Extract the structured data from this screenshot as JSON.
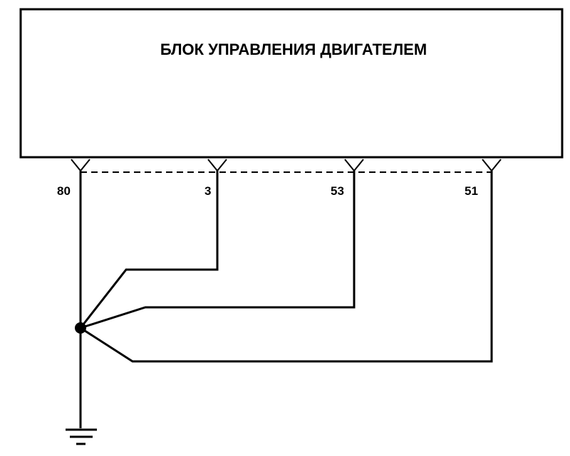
{
  "ecu": {
    "title": "БЛОК УПРАВЛЕНИЯ ДВИГАТЕЛЕМ"
  },
  "pins": [
    {
      "label": "80"
    },
    {
      "label": "3"
    },
    {
      "label": "53"
    },
    {
      "label": "51"
    }
  ],
  "icons": {
    "connector": "connector-terminal-icon",
    "ground": "ground-symbol-icon",
    "splice": "splice-dot-icon"
  },
  "colors": {
    "line": "#000000",
    "background": "#ffffff"
  }
}
